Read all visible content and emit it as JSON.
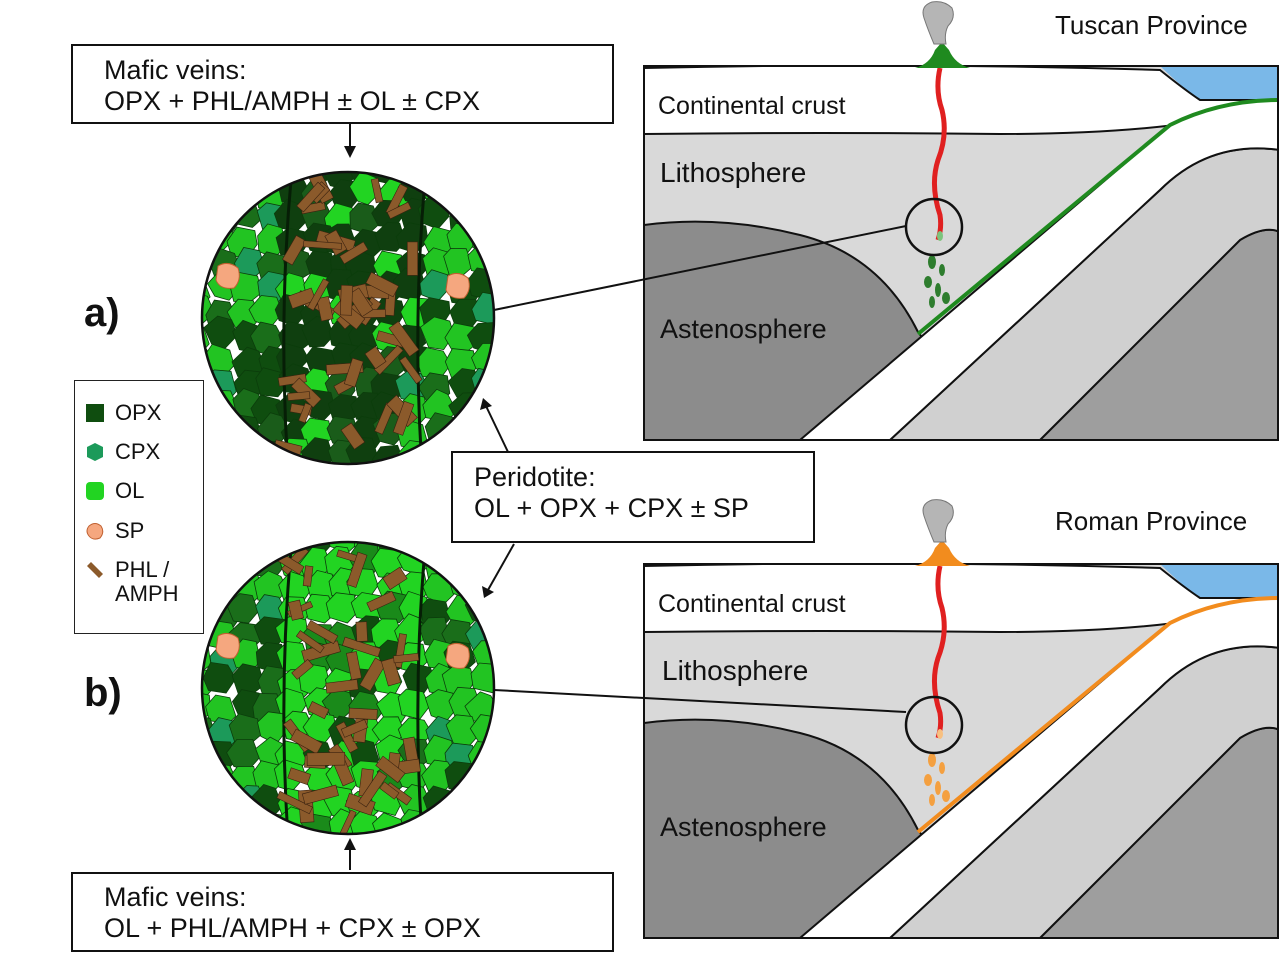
{
  "panels": {
    "top": {
      "letter": "a)",
      "province": "Tuscan Province",
      "vein_box": {
        "title": "Mafic veins:",
        "formula": "OPX + PHL/AMPH ± OL ± CPX"
      },
      "layers": {
        "crust": "Continental crust",
        "litho": "Lithosphere",
        "astheno": "Astenosphere"
      },
      "volcano_color": "#1f8a1f",
      "slab_line_color": "#1f8a1f",
      "blob_color": "#2e7d2e",
      "vein_matrix": "dark"
    },
    "bottom": {
      "letter": "b)",
      "province": "Roman Province",
      "vein_box": {
        "title": "Mafic veins:",
        "formula": "OL + PHL/AMPH + CPX ± OPX"
      },
      "layers": {
        "crust": "Continental crust",
        "litho": "Lithosphere",
        "astheno": "Astenosphere"
      },
      "volcano_color": "#f28c1e",
      "slab_line_color": "#f28c1e",
      "blob_color": "#f4a040",
      "vein_matrix": "light"
    }
  },
  "peridotite_box": {
    "title": "Peridotite:",
    "formula": "OL + OPX + CPX ± SP"
  },
  "legend": [
    {
      "label": "OPX",
      "icon": "square-swatch",
      "color": "#0f4d0f"
    },
    {
      "label": "CPX",
      "icon": "hexagon-swatch",
      "color": "#1c9a5a"
    },
    {
      "label": "OL",
      "icon": "rounded-square-swatch",
      "color": "#22d422"
    },
    {
      "label": "SP",
      "icon": "blob-swatch",
      "color": "#f5a77f"
    },
    {
      "label": "PHL /\nAMPH",
      "icon": "rod-swatch",
      "color": "#8b5a2b"
    }
  ],
  "colors": {
    "crust": "#ffffff",
    "lithosphere": "#d9d9d9",
    "asthenosphere": "#8c8c8c",
    "deep_mantle": "#9e9e9e",
    "ocean": "#7ab8e8",
    "magma": "#e02020",
    "plume": "#b5b5b5",
    "rod": "#8b5a2b",
    "spinel": "#f5a77f",
    "olivine": "#22d422",
    "cpx": "#1c9a5a",
    "opx": "#0f4d0f",
    "grain_edge": "#0b3d0b"
  }
}
